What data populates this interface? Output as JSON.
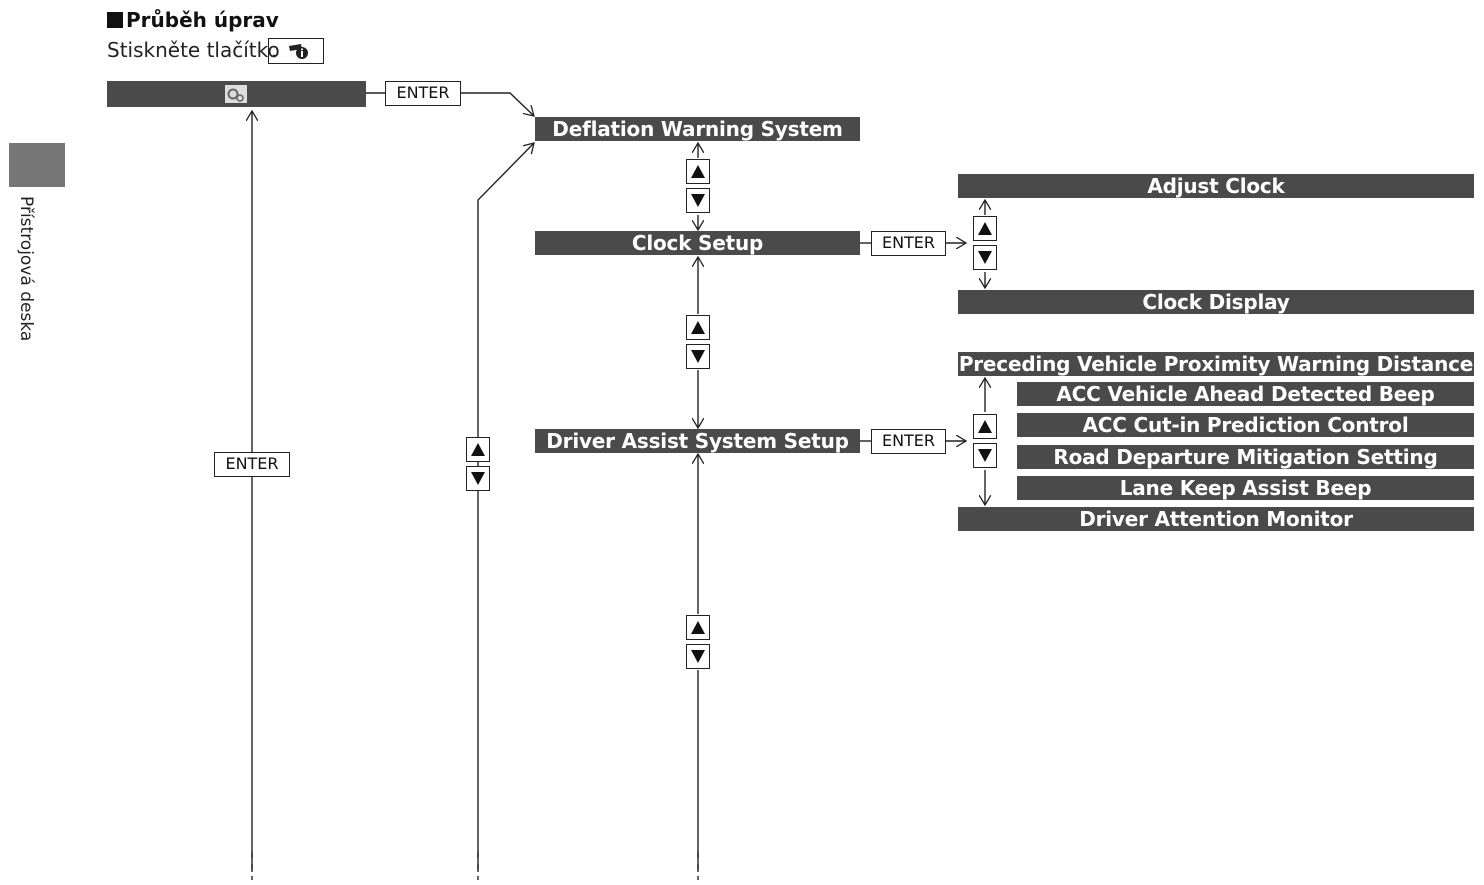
{
  "heading": "Průběh úprav",
  "instruction": "Stiskněte tlačítko",
  "side_tab": "Přístrojová deska",
  "enter_label": "ENTER",
  "icons": {
    "info_button": "info-button-icon",
    "settings_menu": "settings-gear-icon",
    "up": "up-arrow-icon",
    "down": "down-arrow-icon"
  },
  "menu": {
    "top_items": [
      "Deflation Warning System",
      "Clock Setup",
      "Driver Assist System Setup"
    ],
    "clock_items": [
      "Adjust Clock",
      "Clock Display"
    ],
    "assist_items": [
      "Preceding Vehicle Proximity Warning Distance",
      "ACC Vehicle Ahead Detected Beep",
      "ACC Cut-in Prediction Control",
      "Road Departure Mitigation Setting",
      "Lane Keep Assist Beep",
      "Driver Attention Monitor"
    ]
  },
  "colors": {
    "bar": "#4a4a4a",
    "bar_text": "#ffffff",
    "line": "#222222",
    "tab": "#777777"
  }
}
